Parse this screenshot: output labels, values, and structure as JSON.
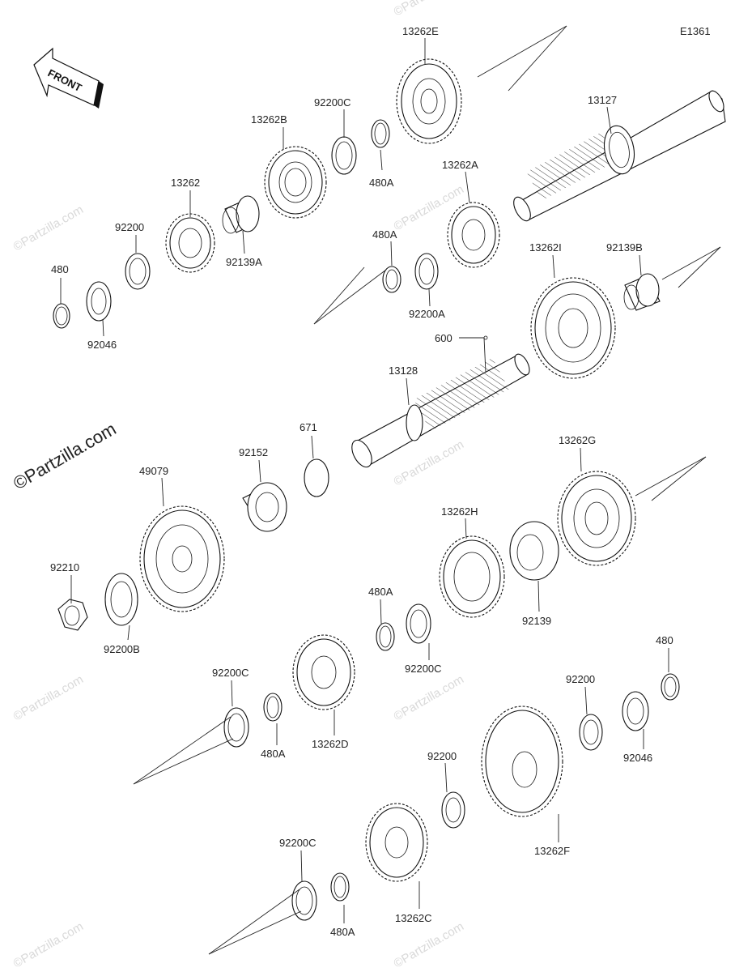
{
  "diagram_code": "E1361",
  "front_label": "FRONT",
  "watermarks": [
    "©Partzilla.com"
  ],
  "labels": {
    "p13262E": "13262E",
    "p13127": "13127",
    "p92200C_top": "92200C",
    "p13262B": "13262B",
    "p480A_top": "480A",
    "p13262": "13262",
    "p13262A": "13262A",
    "p92200_left": "92200",
    "p92139A": "92139A",
    "p480A_mid": "480A",
    "p480_left": "480",
    "p92046_left": "92046",
    "p92200A": "92200A",
    "p13262I": "13262I",
    "p92139B": "92139B",
    "p600": "600",
    "p13128": "13128",
    "p671": "671",
    "p92152": "92152",
    "p49079": "49079",
    "p13262G": "13262G",
    "p13262H": "13262H",
    "p92210": "92210",
    "p92200B": "92200B",
    "p480A_lower": "480A",
    "p92139": "92139",
    "p92200C_mid": "92200C",
    "p92200C_left": "92200C",
    "p480A_left": "480A",
    "p13262D": "13262D",
    "p480_right": "480",
    "p92200_right": "92200",
    "p92046_right": "92046",
    "p92200_bottom": "92200",
    "p13262F": "13262F",
    "p92200C_bottom": "92200C",
    "p480A_bottom": "480A",
    "p13262C": "13262C"
  }
}
